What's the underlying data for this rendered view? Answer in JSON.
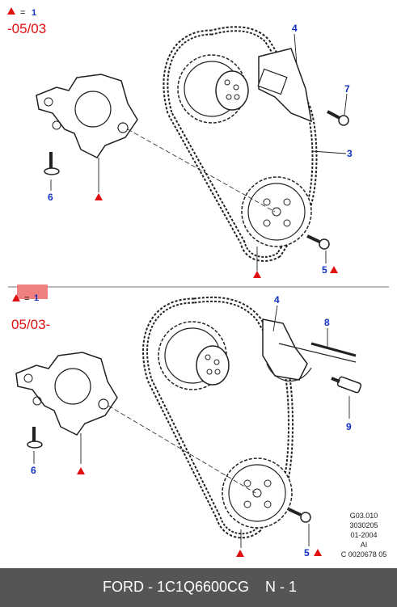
{
  "panel_top": {
    "legend_equals": "=",
    "legend_value": "1",
    "date_range": "-05/03",
    "callouts": [
      "4",
      "7",
      "3",
      "6",
      "5"
    ]
  },
  "panel_bottom": {
    "legend_equals": "=",
    "legend_value": "1",
    "date_range": "05/03-",
    "callouts": [
      "4",
      "8",
      "9",
      "6",
      "5"
    ]
  },
  "reference_block": [
    "G03.010",
    "3030205",
    "01-2004",
    "AI",
    "C 0020678 05"
  ],
  "footer": {
    "part_label": "FORD - 1C1Q6600CG",
    "page_label": "N - 1"
  },
  "colors": {
    "marker": "#e01010",
    "callout": "#1030c0",
    "footer_bg": "#555555"
  }
}
